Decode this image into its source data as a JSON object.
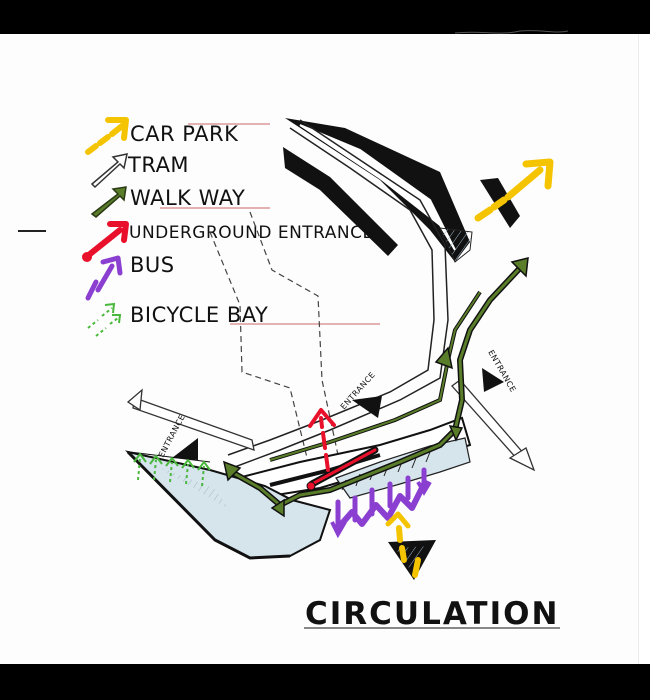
{
  "legend": {
    "car_park": "CAR PARK",
    "tram": "TRAM",
    "walk_way": "WALK WAY",
    "underground_entrance": "UNDERGROUND ENTRANCE",
    "bus": "BUS",
    "bicycle_bay": "BICYCLE BAY"
  },
  "labels": {
    "entrance_center": "ENTRANCE",
    "entrance_right": "ENTRANCE",
    "entrance_left": "ENTRANCE"
  },
  "title": "CIRCULATION",
  "colors": {
    "car_park": "#f5c400",
    "walk_way": "#5a7d2a",
    "underground": "#e8102a",
    "bus": "#8a3fd1",
    "bicycle": "#49b83c",
    "tram": "#333333",
    "site_fill": "#d6e4ec"
  }
}
